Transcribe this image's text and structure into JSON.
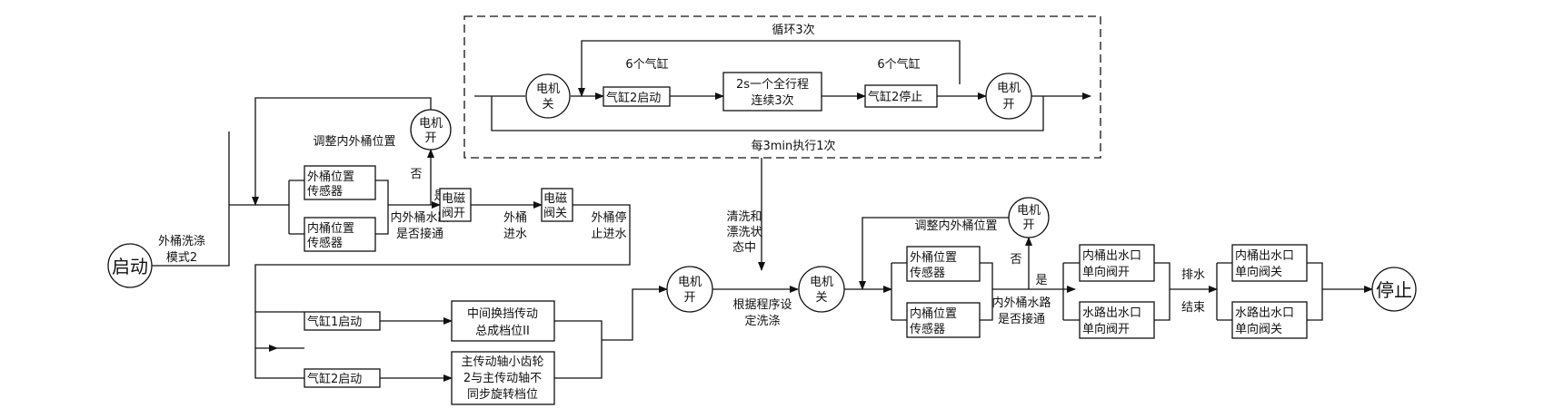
{
  "start": "启动",
  "stop": "停止",
  "mode_label": [
    "外桶洗涤",
    "模式2"
  ],
  "section1": {
    "sensor_outer": [
      "外桶位置",
      "传感器"
    ],
    "sensor_inner": [
      "内桶位置",
      "传感器"
    ],
    "adjust": "调整内外桶位置",
    "motor_on": [
      "电机",
      "开"
    ],
    "no": "否",
    "yes": "是",
    "check": [
      "内外桶水路",
      "是否接通"
    ],
    "valve_open": [
      "电磁",
      "阀开"
    ],
    "inflow": [
      "外桶",
      "进水"
    ],
    "valve_close": [
      "电磁",
      "阀关"
    ],
    "stop_inflow": [
      "外桶停",
      "止进水"
    ]
  },
  "section2": {
    "cyl1": "气缸1启动",
    "cyl2": "气缸2启动",
    "gear1": [
      "中间换挡传动",
      "总成档位II"
    ],
    "gear2": [
      "主传动轴小齿轮",
      "2与主传动轴不",
      "同步旋转档位"
    ],
    "motor_on": [
      "电机",
      "开"
    ]
  },
  "loop": {
    "repeat": "循环3次",
    "every": "每3min执行1次",
    "motor_off": [
      "电机",
      "关"
    ],
    "six_cyl_a": "6个气缸",
    "cyl2_start": "气缸2启动",
    "stroke": [
      "2s一个全行程",
      "连续3次"
    ],
    "six_cyl_b": "6个气缸",
    "cyl2_stop": "气缸2停止",
    "motor_on": [
      "电机",
      "开"
    ]
  },
  "center": {
    "state": [
      "清洗和",
      "漂洗状",
      "态中"
    ],
    "motor_off": [
      "电机",
      "关"
    ],
    "program": [
      "根据程序设",
      "定洗涤"
    ]
  },
  "section3": {
    "adjust": "调整内外桶位置",
    "motor_on": [
      "电机",
      "开"
    ],
    "sensor_outer": [
      "外桶位置",
      "传感器"
    ],
    "sensor_inner": [
      "内桶位置",
      "传感器"
    ],
    "no": "否",
    "yes": "是",
    "check": [
      "内外桶水路",
      "是否接通"
    ],
    "inner_valve_open": [
      "内桶出水口",
      "单向阀开"
    ],
    "water_valve_open": [
      "水路出水口",
      "单向阀开"
    ],
    "drain_end": [
      "排水",
      "结束"
    ],
    "inner_valve_close": [
      "内桶出水口",
      "单向阀关"
    ],
    "water_valve_close": [
      "水路出水口",
      "单向阀关"
    ]
  }
}
